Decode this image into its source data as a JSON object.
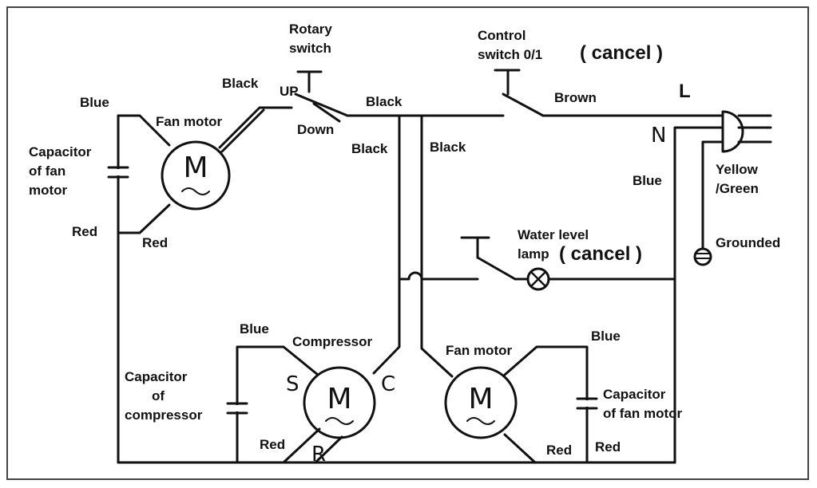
{
  "colors": {
    "line": "#111111",
    "background": "#ffffff",
    "frame": "#444444"
  },
  "labels": {
    "rotary_switch_1": "Rotary",
    "rotary_switch_2": "switch",
    "control_switch_1": "Control",
    "control_switch_2": "switch 0/1",
    "cancel_1": "( cancel )",
    "cancel_2": "( cancel )",
    "black_1": "Black",
    "up": "UP",
    "black_2": "Black",
    "brown": "Brown",
    "L": "L",
    "N": "N",
    "blue_1": "Blue",
    "fan_motor_1": "Fan motor",
    "down": "Down",
    "black_3": "Black",
    "black_4": "Black",
    "capacitor_fan_1a": "Capacitor",
    "capacitor_fan_1b": "of fan",
    "capacitor_fan_1c": "motor",
    "blue_2": "Blue",
    "yellow_green_1": "Yellow",
    "yellow_green_2": "/Green",
    "red_1": "Red",
    "red_2": "Red",
    "water_level_1": "Water level",
    "water_level_2": "lamp",
    "grounded": "Grounded",
    "blue_3": "Blue",
    "compressor": "Compressor",
    "fan_motor_2": "Fan motor",
    "blue_4": "Blue",
    "cap_comp_1": "Capacitor",
    "cap_comp_2": "of",
    "cap_comp_3": "compressor",
    "S": "S",
    "C": "C",
    "R": "R",
    "capacitor_fan_2a": "Capacitor",
    "capacitor_fan_2b": "of fan motor",
    "red_3": "Red",
    "red_4": "Red",
    "red_5": "Red",
    "motor_symbol": "M"
  }
}
